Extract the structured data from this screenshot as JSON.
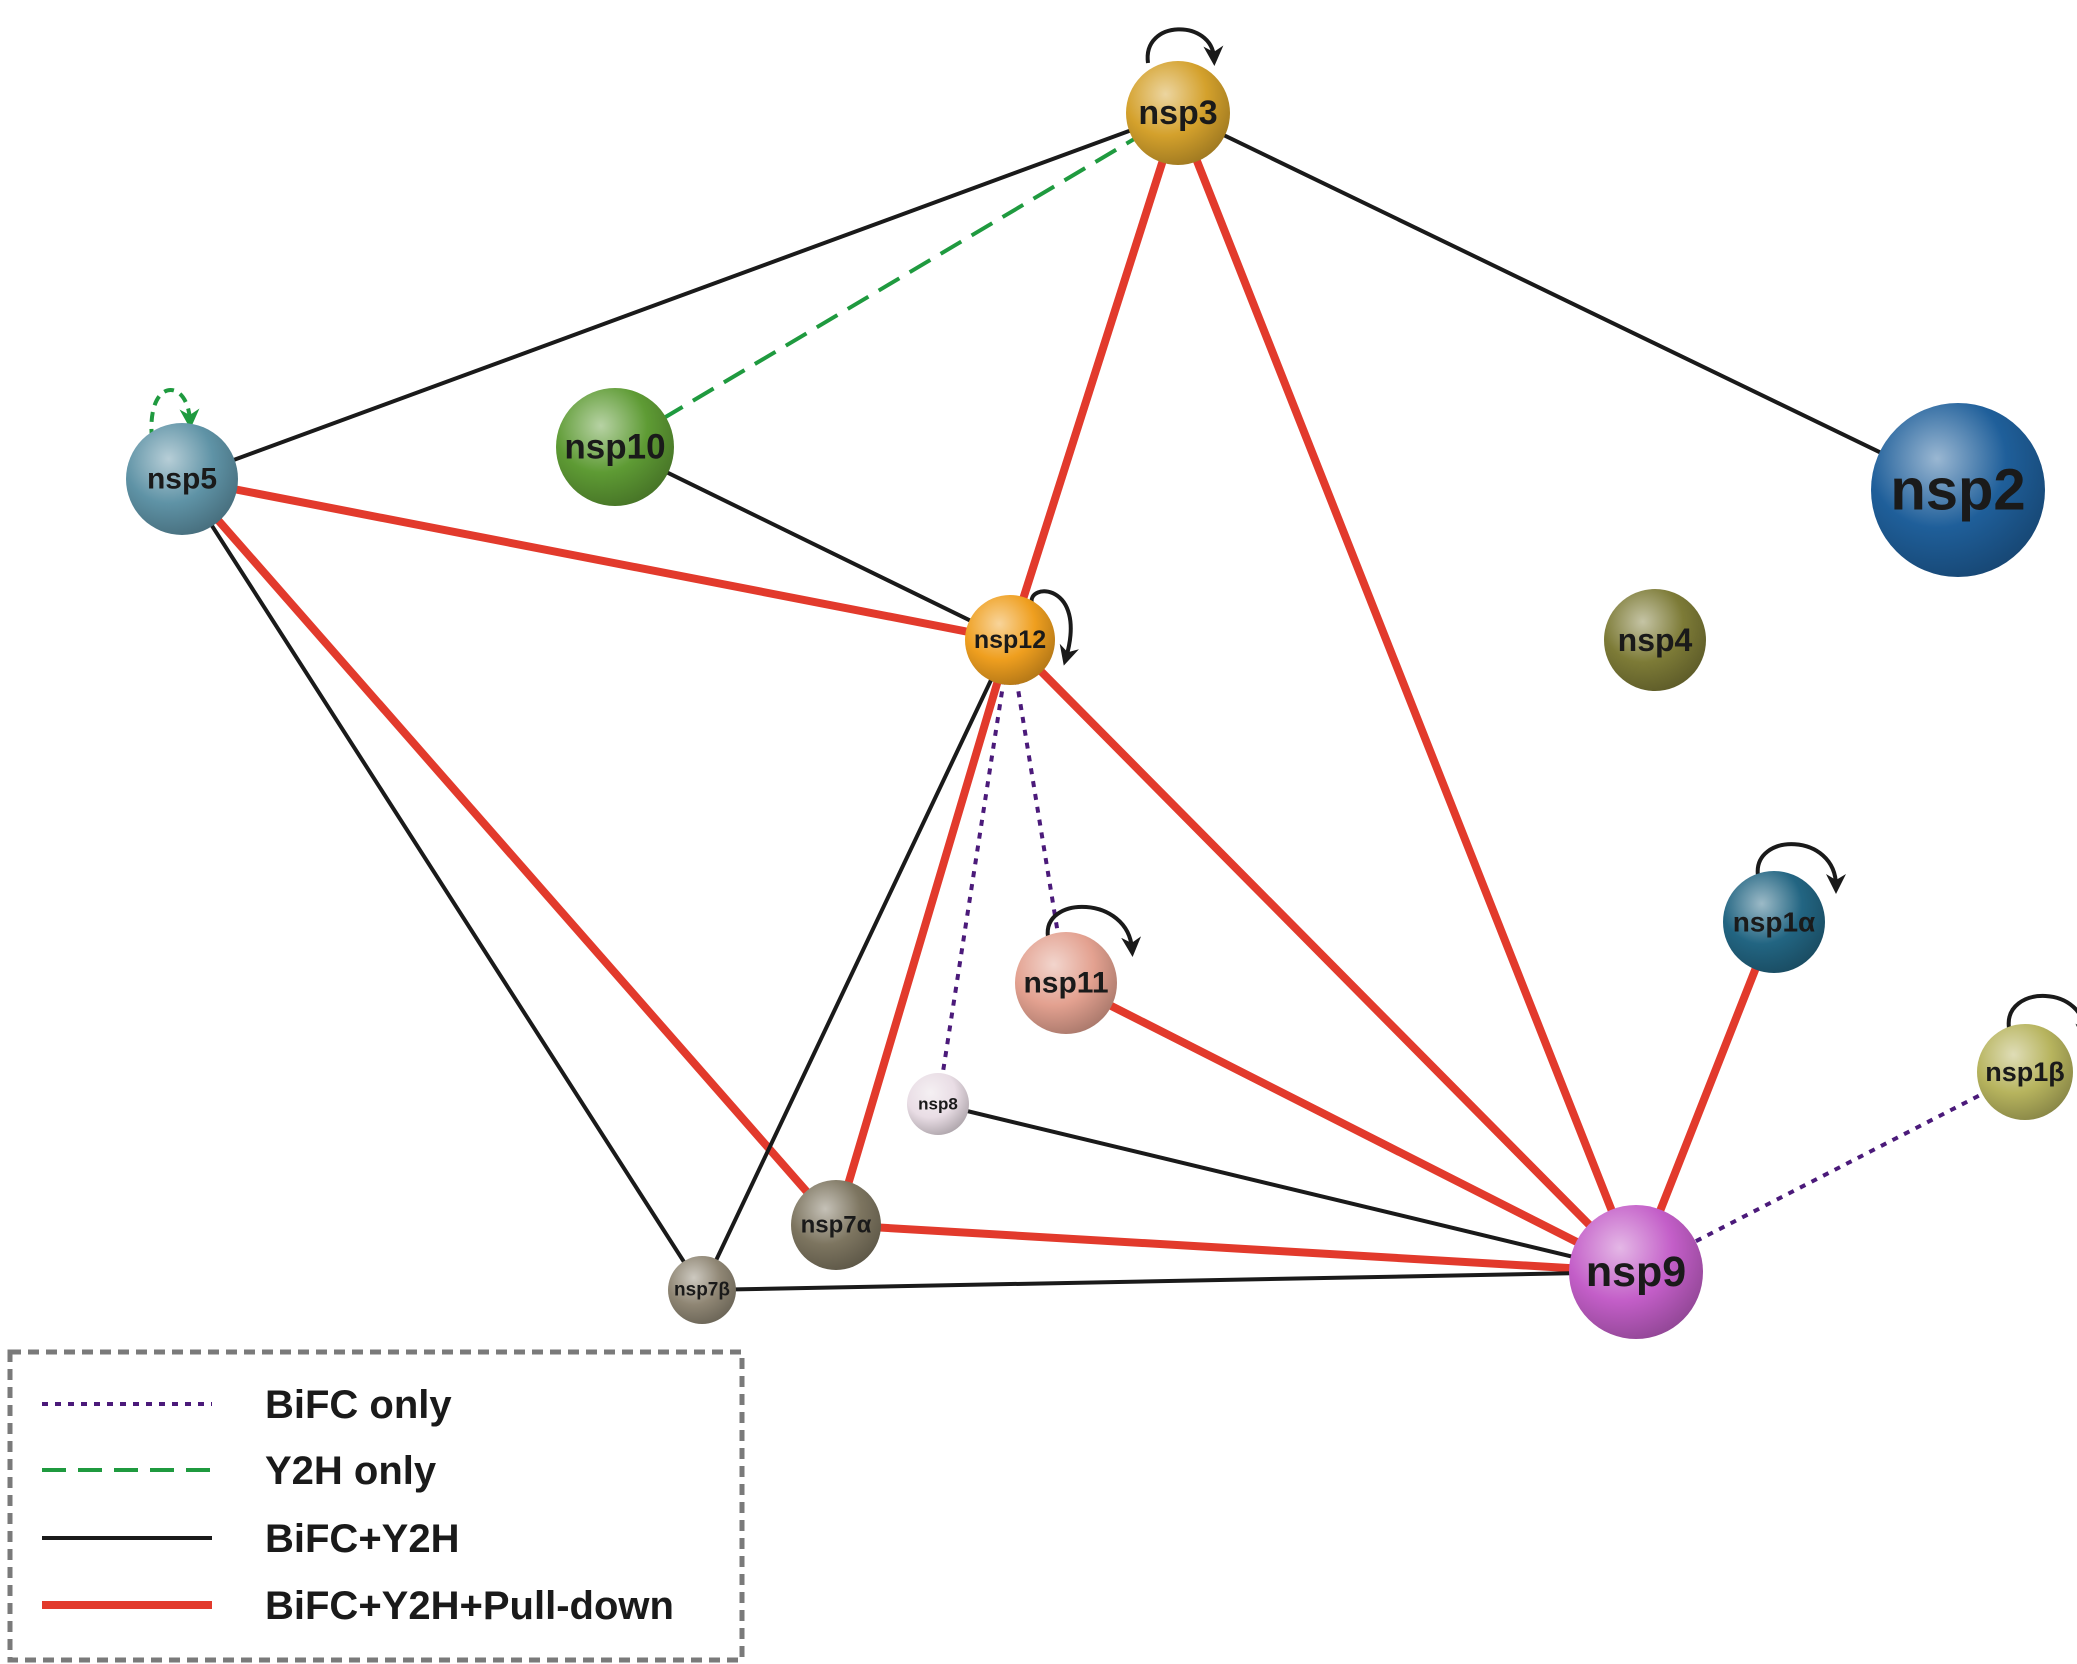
{
  "nodes": [
    {
      "id": "nsp3",
      "label": "nsp3",
      "color": "#d4a12c",
      "self_loop": "solid"
    },
    {
      "id": "nsp2",
      "label": "nsp2",
      "color": "#1f5f9a",
      "self_loop": "none"
    },
    {
      "id": "nsp5",
      "label": "nsp5",
      "color": "#5f93a6",
      "self_loop": "dashed"
    },
    {
      "id": "nsp10",
      "label": "nsp10",
      "color": "#5e9b34",
      "self_loop": "none"
    },
    {
      "id": "nsp12",
      "label": "nsp12",
      "color": "#ef9f1f",
      "self_loop": "solid"
    },
    {
      "id": "nsp4",
      "label": "nsp4",
      "color": "#7d7b37",
      "self_loop": "none"
    },
    {
      "id": "nsp1a",
      "label": "nsp1α",
      "color": "#226582",
      "self_loop": "solid"
    },
    {
      "id": "nsp11",
      "label": "nsp11",
      "color": "#e3a190",
      "self_loop": "solid"
    },
    {
      "id": "nsp1b",
      "label": "nsp1β",
      "color": "#b7b45e",
      "self_loop": "solid"
    },
    {
      "id": "nsp8",
      "label": "nsp8",
      "color": "#e9dde5",
      "self_loop": "none"
    },
    {
      "id": "nsp7a",
      "label": "nsp7α",
      "color": "#7d7560",
      "self_loop": "none"
    },
    {
      "id": "nsp9",
      "label": "nsp9",
      "color": "#c35ec8",
      "self_loop": "none"
    },
    {
      "id": "nsp7b",
      "label": "nsp7β",
      "color": "#8f8674",
      "self_loop": "none"
    }
  ],
  "edges": [
    {
      "from": "nsp3",
      "to": "nsp2",
      "type": "bifc_y2h"
    },
    {
      "from": "nsp3",
      "to": "nsp5",
      "type": "bifc_y2h"
    },
    {
      "from": "nsp3",
      "to": "nsp10",
      "type": "y2h_only"
    },
    {
      "from": "nsp3",
      "to": "nsp12",
      "type": "pulldown"
    },
    {
      "from": "nsp3",
      "to": "nsp9",
      "type": "pulldown"
    },
    {
      "from": "nsp5",
      "to": "nsp12",
      "type": "pulldown"
    },
    {
      "from": "nsp5",
      "to": "nsp7a",
      "type": "pulldown"
    },
    {
      "from": "nsp5",
      "to": "nsp7b",
      "type": "bifc_y2h"
    },
    {
      "from": "nsp10",
      "to": "nsp12",
      "type": "bifc_y2h"
    },
    {
      "from": "nsp12",
      "to": "nsp9",
      "type": "pulldown"
    },
    {
      "from": "nsp12",
      "to": "nsp7a",
      "type": "pulldown"
    },
    {
      "from": "nsp12",
      "to": "nsp7b",
      "type": "bifc_y2h"
    },
    {
      "from": "nsp12",
      "to": "nsp11",
      "type": "bifc_only"
    },
    {
      "from": "nsp12",
      "to": "nsp8",
      "type": "bifc_only"
    },
    {
      "from": "nsp11",
      "to": "nsp9",
      "type": "pulldown"
    },
    {
      "from": "nsp8",
      "to": "nsp9",
      "type": "bifc_y2h"
    },
    {
      "from": "nsp7a",
      "to": "nsp9",
      "type": "pulldown"
    },
    {
      "from": "nsp7b",
      "to": "nsp9",
      "type": "bifc_y2h"
    },
    {
      "from": "nsp1a",
      "to": "nsp9",
      "type": "pulldown"
    },
    {
      "from": "nsp1b",
      "to": "nsp9",
      "type": "bifc_only"
    }
  ],
  "edge_styles": {
    "bifc_only": {
      "color": "#4b1a7a"
    },
    "y2h_only": {
      "color": "#1f9a3f"
    },
    "bifc_y2h": {
      "color": "#1a1a1a"
    },
    "pulldown": {
      "color": "#e23a2c"
    }
  },
  "legend": {
    "items": [
      {
        "type": "bifc_only",
        "label": "BiFC only"
      },
      {
        "type": "y2h_only",
        "label": "Y2H only"
      },
      {
        "type": "bifc_y2h",
        "label": "BiFC+Y2H"
      },
      {
        "type": "pulldown",
        "label": "BiFC+Y2H+Pull-down"
      }
    ]
  }
}
